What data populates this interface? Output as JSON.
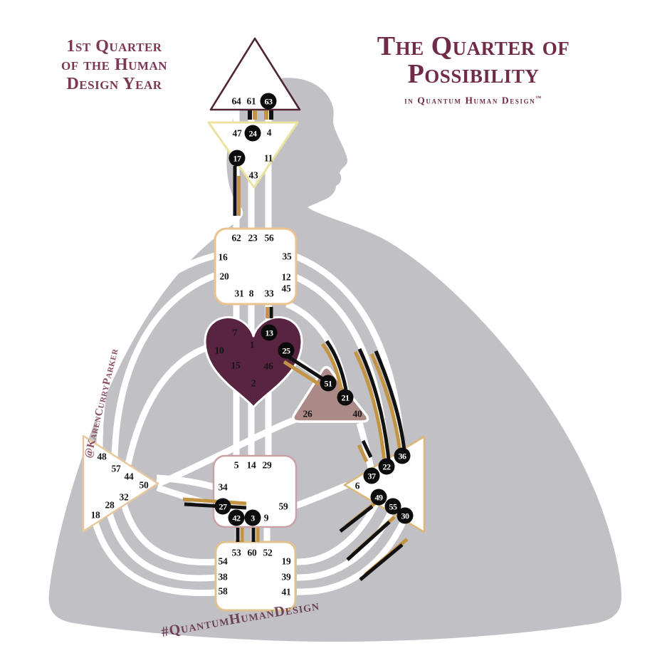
{
  "title_left": {
    "lines": [
      "1st Quarter",
      "of the Human",
      "Design Year"
    ]
  },
  "title_right": {
    "lines": [
      "The Quarter of",
      "Possibility"
    ],
    "subtitle": "in Quantum Human Design",
    "trademark": "™"
  },
  "watermarks": {
    "left_handle": "@KarenCurryParker",
    "bottom_hashtag": "#QuantumHumanDesign"
  },
  "colors": {
    "title_maroon": "#6f2b47",
    "silhouette_gray": "#c1c1c5",
    "heart_fill": "#582441",
    "will_fill": "#ac8a87",
    "channel_gold": "#c49445",
    "channel_black": "#111111",
    "head_border": "#4f2533",
    "ajna_border": "#ece2a0",
    "throat_border": "#e9c28d",
    "sacral_border": "#c9a2a8",
    "root_border": "#e2c18f",
    "spleen_border": "#e8c79e",
    "solar_plexus_border": "#dcb876",
    "gate_highlight_bg": "#0c0c0c"
  },
  "bodygraph": {
    "centers": [
      {
        "id": "head",
        "label": "Head Center",
        "shape": "triangle-up",
        "gates": [
          {
            "num": 64,
            "hl": false
          },
          {
            "num": 61,
            "hl": false
          },
          {
            "num": 63,
            "hl": true
          }
        ]
      },
      {
        "id": "ajna",
        "label": "Ajna Center",
        "shape": "triangle-down",
        "gates": [
          {
            "num": 47,
            "hl": false
          },
          {
            "num": 24,
            "hl": true
          },
          {
            "num": 4,
            "hl": false
          },
          {
            "num": 17,
            "hl": true
          },
          {
            "num": 11,
            "hl": false
          },
          {
            "num": 43,
            "hl": false
          }
        ]
      },
      {
        "id": "throat",
        "label": "Throat Center",
        "shape": "square",
        "gates": [
          {
            "num": 62,
            "hl": false
          },
          {
            "num": 23,
            "hl": false
          },
          {
            "num": 56,
            "hl": false
          },
          {
            "num": 16,
            "hl": false
          },
          {
            "num": 35,
            "hl": false
          },
          {
            "num": 20,
            "hl": false
          },
          {
            "num": 12,
            "hl": false
          },
          {
            "num": 31,
            "hl": false
          },
          {
            "num": 8,
            "hl": false
          },
          {
            "num": 33,
            "hl": false
          },
          {
            "num": 45,
            "hl": false
          }
        ]
      },
      {
        "id": "g-center",
        "label": "G Center",
        "shape": "heart",
        "gates": [
          {
            "num": 7,
            "hl": false
          },
          {
            "num": 13,
            "hl": true
          },
          {
            "num": 1,
            "hl": false
          },
          {
            "num": 10,
            "hl": false
          },
          {
            "num": 25,
            "hl": true
          },
          {
            "num": 15,
            "hl": false
          },
          {
            "num": 46,
            "hl": false
          },
          {
            "num": 2,
            "hl": false
          }
        ]
      },
      {
        "id": "will",
        "label": "Will Center",
        "shape": "triangle-up",
        "gates": [
          {
            "num": 51,
            "hl": true
          },
          {
            "num": 21,
            "hl": true
          },
          {
            "num": 26,
            "hl": false
          },
          {
            "num": 40,
            "hl": false
          }
        ]
      },
      {
        "id": "spleen",
        "label": "Spleen Center",
        "shape": "triangle-right",
        "gates": [
          {
            "num": 48,
            "hl": false
          },
          {
            "num": 57,
            "hl": false
          },
          {
            "num": 44,
            "hl": false
          },
          {
            "num": 50,
            "hl": false
          },
          {
            "num": 32,
            "hl": false
          },
          {
            "num": 28,
            "hl": false
          },
          {
            "num": 18,
            "hl": false
          }
        ]
      },
      {
        "id": "sacral",
        "label": "Sacral Center",
        "shape": "square",
        "gates": [
          {
            "num": 5,
            "hl": false
          },
          {
            "num": 14,
            "hl": false
          },
          {
            "num": 29,
            "hl": false
          },
          {
            "num": 34,
            "hl": false
          },
          {
            "num": 27,
            "hl": true
          },
          {
            "num": 42,
            "hl": true
          },
          {
            "num": 3,
            "hl": true
          },
          {
            "num": 9,
            "hl": false
          },
          {
            "num": 59,
            "hl": false
          }
        ]
      },
      {
        "id": "solar-plexus",
        "label": "Solar Plexus Center",
        "shape": "triangle-left",
        "gates": [
          {
            "num": 36,
            "hl": true
          },
          {
            "num": 22,
            "hl": true
          },
          {
            "num": 37,
            "hl": true
          },
          {
            "num": 6,
            "hl": false
          },
          {
            "num": 49,
            "hl": true
          },
          {
            "num": 55,
            "hl": true
          },
          {
            "num": 30,
            "hl": true
          }
        ]
      },
      {
        "id": "root",
        "label": "Root Center",
        "shape": "square",
        "gates": [
          {
            "num": 53,
            "hl": false
          },
          {
            "num": 60,
            "hl": false
          },
          {
            "num": 52,
            "hl": false
          },
          {
            "num": 54,
            "hl": false
          },
          {
            "num": 19,
            "hl": false
          },
          {
            "num": 38,
            "hl": false
          },
          {
            "num": 39,
            "hl": false
          },
          {
            "num": 58,
            "hl": false
          },
          {
            "num": 41,
            "hl": false
          }
        ]
      }
    ]
  }
}
